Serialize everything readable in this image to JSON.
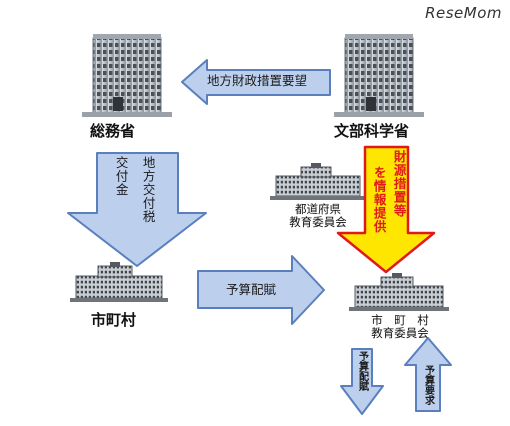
{
  "watermark": "ReseMom",
  "nodes": {
    "somusho": "総務省",
    "monbukagakusho": "文部科学省",
    "shichoson": "市町村",
    "todofuken_board_line1": "都道府県",
    "todofuken_board_line2": "教育委員会",
    "shichoson_board_line1": "市　町　村",
    "shichoson_board_line2": "教育委員会"
  },
  "arrows": {
    "request_label": "地方財政措置要望",
    "kofukin_col1": "交付金",
    "kofukin_col2": "地方交付税",
    "budget_label": "予算配賦",
    "info_col1": "を情報提供",
    "info_col2": "財源措置等",
    "board_down": "予算配賦",
    "board_up": "予算要求"
  },
  "colors": {
    "arrow_blue_fill": "#bcd0ee",
    "arrow_blue_stroke": "#5a7fbf",
    "arrow_yellow_fill": "#ffe600",
    "arrow_red_stroke": "#e0191b",
    "building_dark": "#555a60"
  }
}
